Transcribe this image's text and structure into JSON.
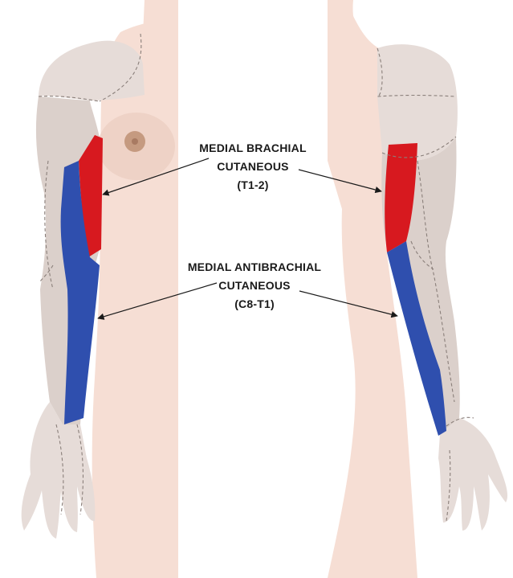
{
  "labels": {
    "brachial": {
      "line1": "MEDIAL BRACHIAL",
      "line2": "CUTANEOUS",
      "line3": "(T1-2)"
    },
    "antibrachial": {
      "line1": "MEDIAL ANTIBRACHIAL",
      "line2": "CUTANEOUS",
      "line3": "(C8-T1)"
    }
  },
  "colors": {
    "background": "#ffffff",
    "skin": "#f6ded4",
    "skin_shade": "#eed2c6",
    "arm_grey": "#e6dcd8",
    "arm_grey_dark": "#dbd0cb",
    "nipple": "#c59a80",
    "nerve_brachial": "#d7191f",
    "nerve_antibrachial": "#2f4fae"
  }
}
